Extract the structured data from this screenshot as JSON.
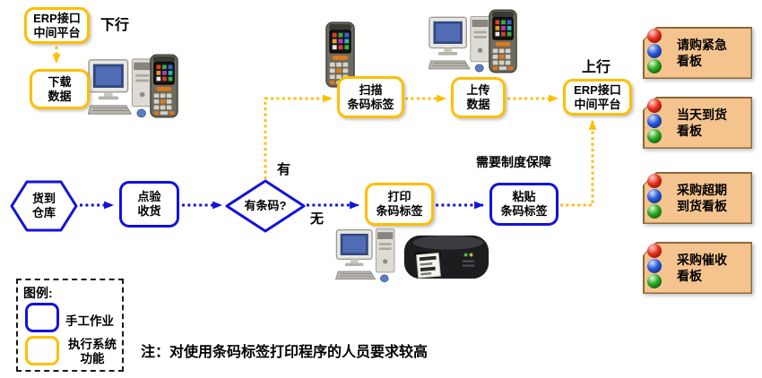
{
  "diagram": {
    "erp_left": "ERP接口\n中间平台",
    "downlink": "下行",
    "download": "下载\n数据",
    "arrival": "货到\n仓库",
    "receive": "点验\n收货",
    "decision": "有条码?",
    "yes": "有",
    "no": "无",
    "scan": "扫描\n条码标签",
    "upload": "上传\n数据",
    "uplink": "上行",
    "erp_right": "ERP接口\n中间平台",
    "print": "打印\n条码标签",
    "paste": "粘贴\n条码标签",
    "institution": "需要制度保障"
  },
  "kanban_notes": [
    {
      "label": "请购紧急\n看板"
    },
    {
      "label": "当天到货\n看板"
    },
    {
      "label": "采购超期\n到货看板"
    },
    {
      "label": "采购催收\n看板"
    }
  ],
  "legend": {
    "title": "图例:",
    "manual": "手工作业",
    "system": "执行系统\n功能"
  },
  "footnote": "注：对使用条码标签打印程序的人员要求较高",
  "icons": {
    "desktop_computer": "pc-illustration",
    "handheld_scanner": "handheld-terminal-illustration",
    "label_printer": "barcode-printer-illustration",
    "note_status_balls": [
      "red",
      "blue",
      "green"
    ]
  },
  "colors": {
    "manual_blue": "#1212dd",
    "system_gold": "#ffbe00",
    "note_fill": "#f5c48e",
    "note_border": "#8a6a3a"
  }
}
